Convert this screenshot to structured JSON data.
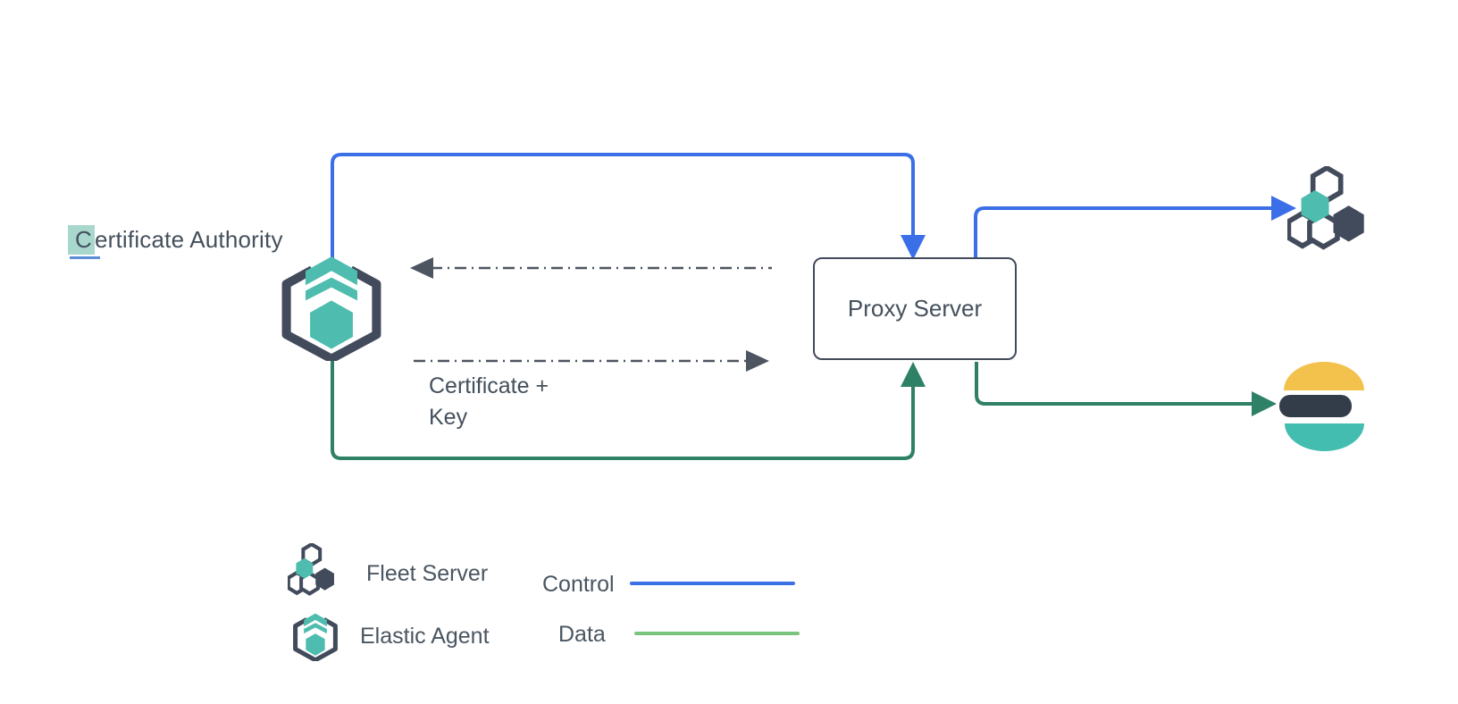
{
  "diagram": {
    "nodes": {
      "certificate_authority": {
        "label": "Certificate Authority",
        "highlighted_letter": "C",
        "label_rest": "ertificate Authority"
      },
      "proxy_server": {
        "label": "Proxy Server"
      },
      "elastic_agent_icon": "elastic-agent-icon",
      "fleet_server_icon": "fleet-server-icon",
      "elasticsearch_icon": "elasticsearch-icon"
    },
    "annotations": {
      "certificate_key_line1": "Certificate +",
      "certificate_key_line2": "Key"
    },
    "connections": [
      {
        "name": "control-agent-to-proxy",
        "type": "control",
        "from": "elastic-agent",
        "to": "proxy-server"
      },
      {
        "name": "control-proxy-to-fleet",
        "type": "control",
        "from": "proxy-server",
        "to": "fleet-server"
      },
      {
        "name": "data-agent-to-proxy",
        "type": "data",
        "from": "elastic-agent",
        "to": "proxy-server"
      },
      {
        "name": "data-proxy-to-elasticsearch",
        "type": "data",
        "from": "proxy-server",
        "to": "elasticsearch"
      },
      {
        "name": "dashed-proxy-to-agent",
        "type": "dash-dot",
        "from": "proxy-server",
        "to": "elastic-agent"
      },
      {
        "name": "dashed-agent-to-proxy-certificate-key",
        "type": "dash-dot",
        "from": "elastic-agent",
        "to": "proxy-server"
      }
    ]
  },
  "legend": {
    "items": [
      {
        "icon": "fleet-server-icon",
        "label": "Fleet Server"
      },
      {
        "icon": "elastic-agent-icon",
        "label": "Elastic Agent"
      },
      {
        "swatch": "control-line",
        "label": "Control"
      },
      {
        "swatch": "data-line",
        "label": "Data"
      }
    ],
    "fleet_server_label": "Fleet Server",
    "elastic_agent_label": "Elastic Agent",
    "control_label": "Control",
    "data_label": "Data"
  },
  "colors": {
    "background": "#ffffff",
    "control_blue": "#3b6fe8",
    "data_green": "#2e8066",
    "legend_data_green": "#7bc47d",
    "teal": "#4ebcae",
    "slate": "#424b5c",
    "text": "#44505c",
    "dash": "#4d5560",
    "es_yellow": "#f3c24d",
    "es_navy": "#333c49",
    "es_teal": "#43bdb0",
    "highlight_teal": "#a8d7cd",
    "cursor_blue": "#5b8dd9"
  }
}
